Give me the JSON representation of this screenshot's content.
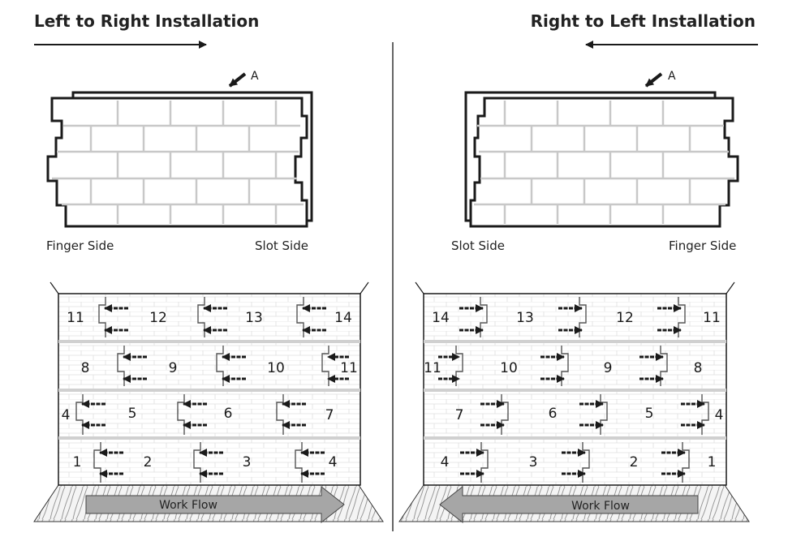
{
  "left_panel": {
    "heading": "Left to Right Installation",
    "panel_marker": "A",
    "label_left": "Finger Side",
    "label_right": "Slot Side",
    "work_flow": "Work Flow",
    "rows": [
      [
        "11",
        "12",
        "13",
        "14"
      ],
      [
        "8",
        "9",
        "10",
        "11"
      ],
      [
        "4",
        "5",
        "6",
        "7"
      ],
      [
        "1",
        "2",
        "3",
        "4"
      ]
    ]
  },
  "right_panel": {
    "heading": "Right to Left Installation",
    "panel_marker": "A",
    "label_left": "Slot Side",
    "label_right": "Finger Side",
    "work_flow": "Work Flow",
    "rows": [
      [
        "14",
        "13",
        "12",
        "11"
      ],
      [
        "11",
        "10",
        "9",
        "8"
      ],
      [
        "7",
        "6",
        "5",
        "4"
      ],
      [
        "4",
        "3",
        "2",
        "1"
      ]
    ]
  },
  "colors": {
    "line": "#1a1a1a",
    "brick_mortar": "#c8c8c8",
    "work_flow_arrow": "#a6a6a6"
  }
}
